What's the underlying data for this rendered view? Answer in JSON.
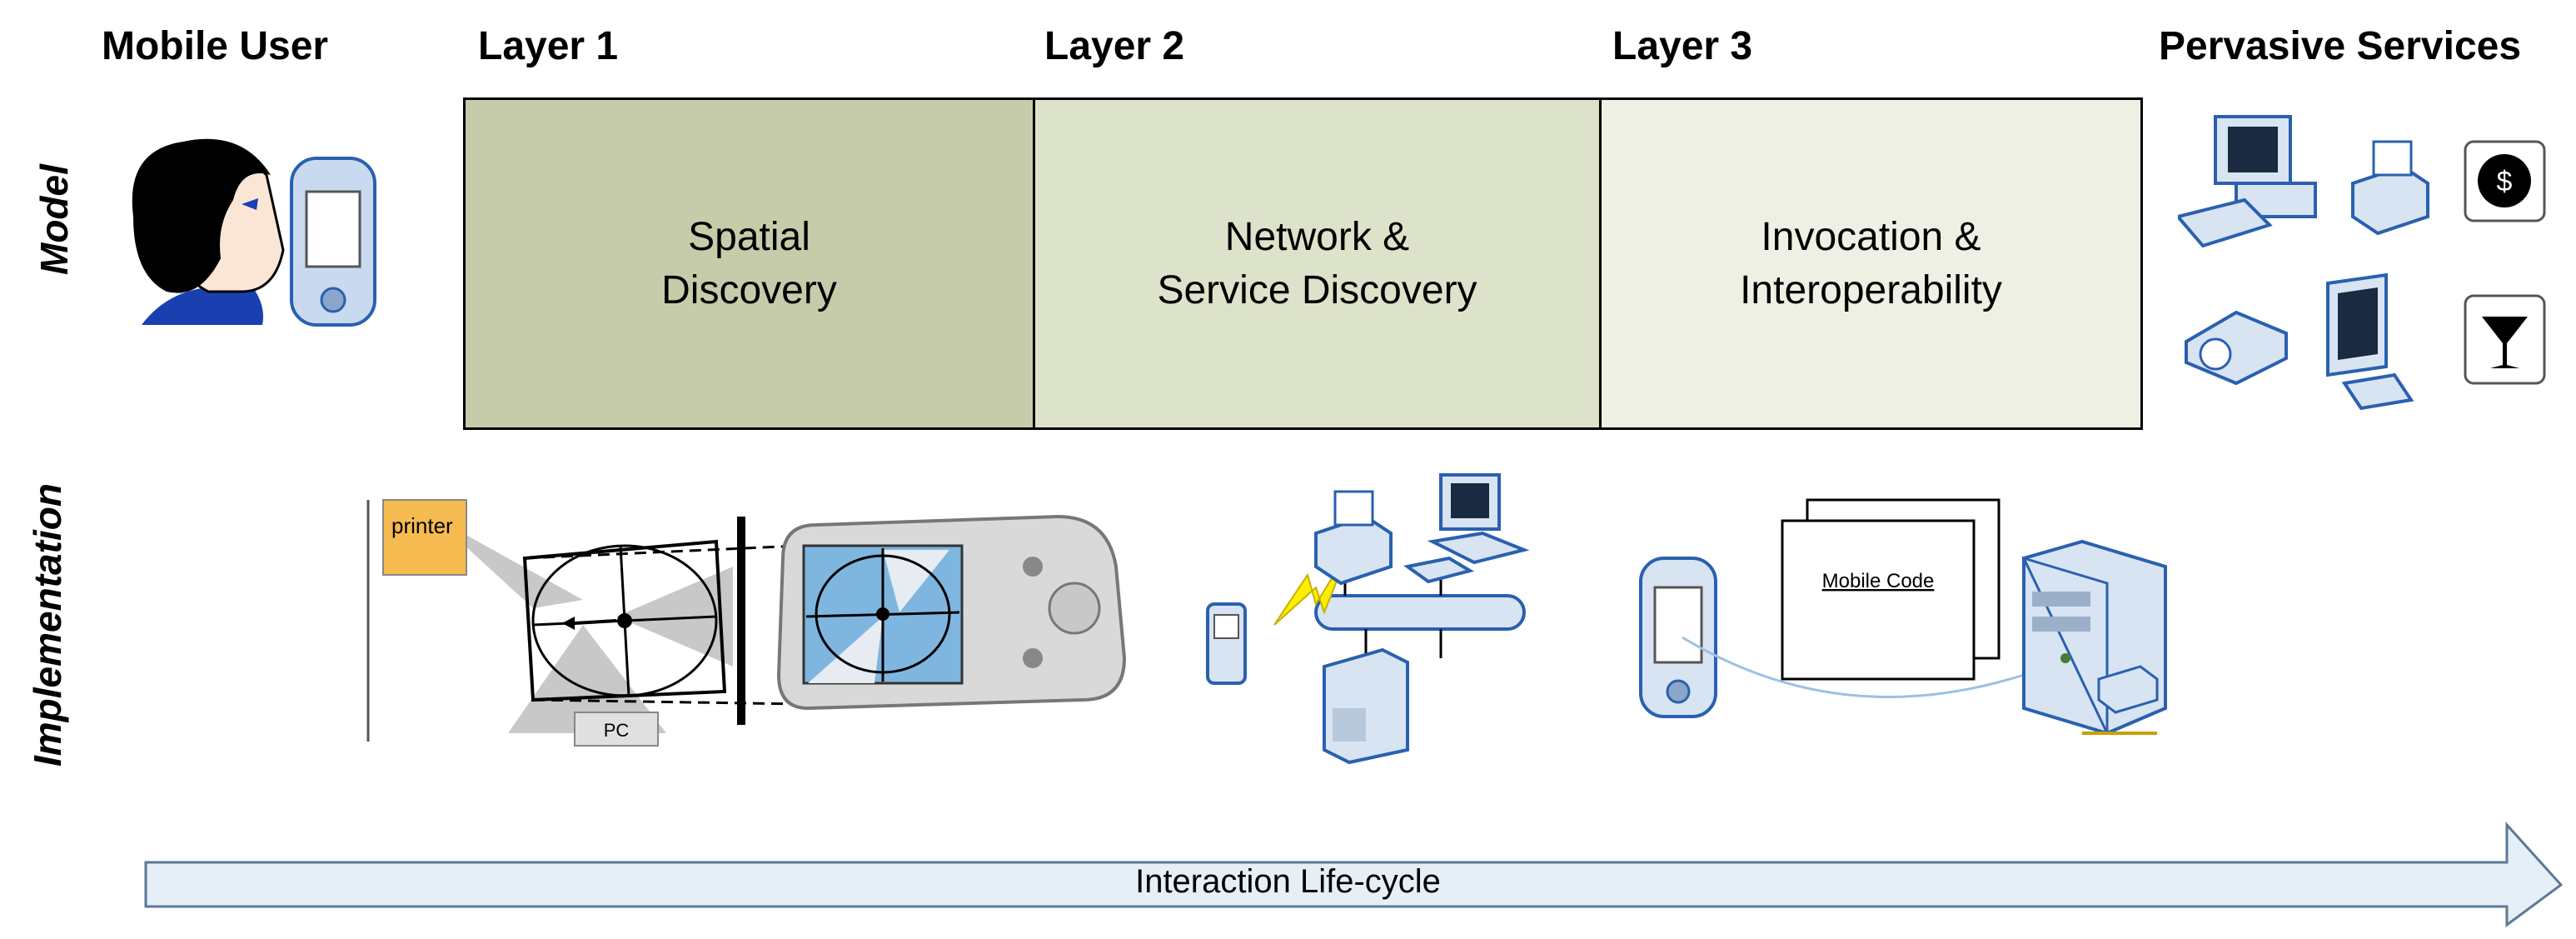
{
  "headers": {
    "mobile_user": "Mobile User",
    "layer1": "Layer 1",
    "layer2": "Layer 2",
    "layer3": "Layer 3",
    "pervasive": "Pervasive Services"
  },
  "rows": {
    "model": "Model",
    "implementation": "Implementation"
  },
  "layers": {
    "l1": {
      "line1": "Spatial",
      "line2": "Discovery",
      "fill": "#c6ccaa"
    },
    "l2": {
      "line1": "Network &",
      "line2": "Service Discovery",
      "fill": "#dde2ca"
    },
    "l3": {
      "line1": "Invocation &",
      "line2": "Interoperability",
      "fill": "#eef0e3"
    }
  },
  "implementation": {
    "printer_label": "printer",
    "pc_label": "PC",
    "mobile_code_label": "Mobile Code"
  },
  "service_icons": {
    "dollar": "$"
  },
  "lifecycle": {
    "label": "Interaction Life-cycle",
    "fill": "#e6eef6",
    "stroke": "#5a7a96"
  }
}
